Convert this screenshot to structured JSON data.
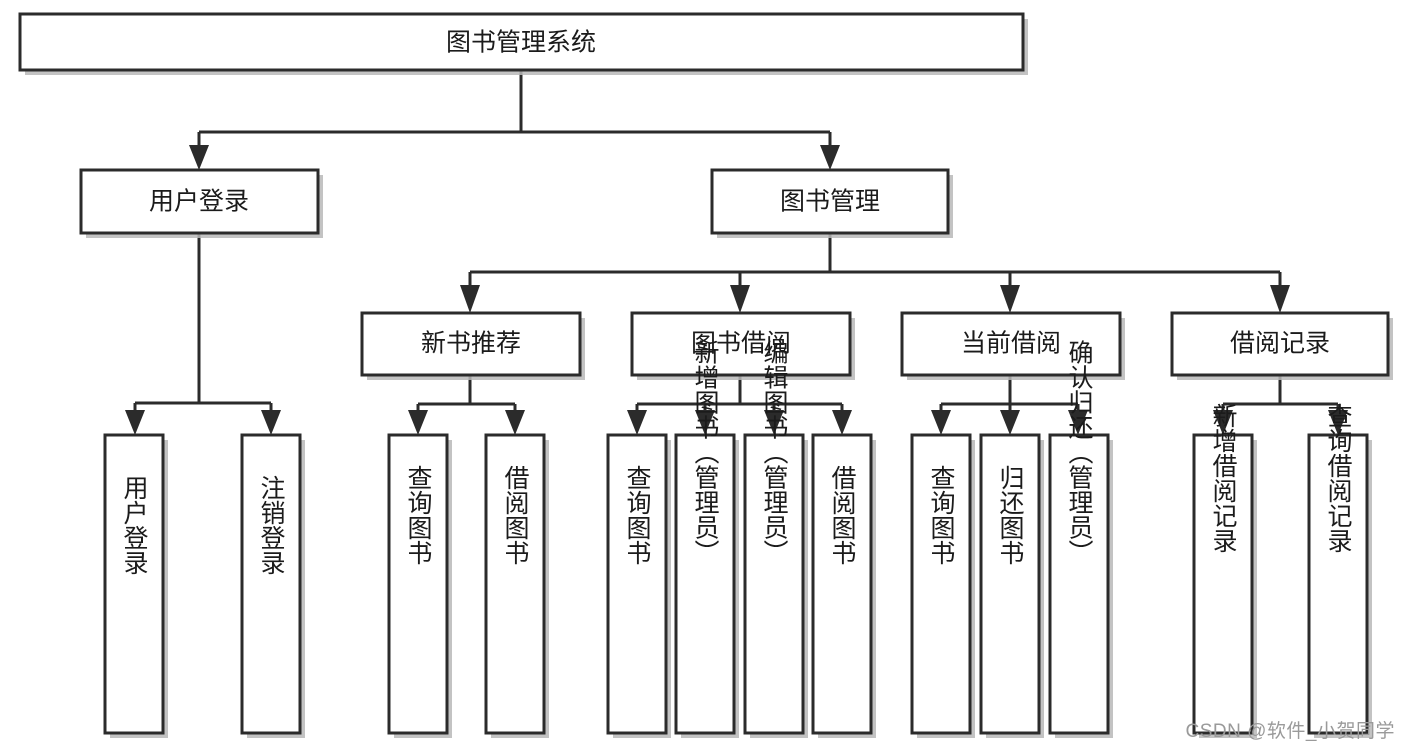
{
  "diagram": {
    "type": "tree-hierarchy",
    "title_node": "图书管理系统",
    "colors": {
      "box_stroke": "#2b2b2b",
      "box_fill": "#ffffff",
      "text": "#1b1b1b",
      "background": "#ffffff",
      "watermark": "#9a9a9a"
    },
    "levels": {
      "level0": [
        "图书管理系统"
      ],
      "level1": [
        "用户登录",
        "图书管理"
      ],
      "level2": [
        "新书推荐",
        "图书借阅",
        "当前借阅",
        "借阅记录"
      ],
      "level3": [
        "用户登录",
        "注销登录",
        "查询图书",
        "借阅图书",
        "查询图书",
        "新增图书（管理员）",
        "编辑图书（管理员）",
        "借阅图书",
        "查询图书",
        "归还图书",
        "确认归还（管理员）",
        "新增借阅记录",
        "查询借阅记录"
      ]
    },
    "nodes": {
      "root": {
        "label": "图书管理系统"
      },
      "user_login": {
        "label": "用户登录"
      },
      "book_manage": {
        "label": "图书管理"
      },
      "new_book_rec": {
        "label": "新书推荐"
      },
      "book_borrow": {
        "label": "图书借阅"
      },
      "current_borrow": {
        "label": "当前借阅"
      },
      "borrow_record": {
        "label": "借阅记录"
      },
      "leaf_user_login": {
        "label": "用户登录"
      },
      "leaf_logout": {
        "label": "注销登录"
      },
      "leaf_query_book_a": {
        "label": "查询图书"
      },
      "leaf_borrow_book_a": {
        "label": "借阅图书"
      },
      "leaf_query_book_b": {
        "label": "查询图书"
      },
      "leaf_add_book": {
        "label": "新增图书（管理员）"
      },
      "leaf_edit_book": {
        "label": "编辑图书（管理员）"
      },
      "leaf_borrow_book_b": {
        "label": "借阅图书"
      },
      "leaf_query_book_c": {
        "label": "查询图书"
      },
      "leaf_return_book": {
        "label": "归还图书"
      },
      "leaf_confirm_return": {
        "label": "确认归还（管理员）"
      },
      "leaf_add_record": {
        "label": "新增借阅记录"
      },
      "leaf_query_record": {
        "label": "查询借阅记录"
      }
    },
    "edges": [
      {
        "from": "root",
        "to": "user_login"
      },
      {
        "from": "root",
        "to": "book_manage"
      },
      {
        "from": "user_login",
        "to": "leaf_user_login"
      },
      {
        "from": "user_login",
        "to": "leaf_logout"
      },
      {
        "from": "book_manage",
        "to": "new_book_rec"
      },
      {
        "from": "book_manage",
        "to": "book_borrow"
      },
      {
        "from": "book_manage",
        "to": "current_borrow"
      },
      {
        "from": "book_manage",
        "to": "borrow_record"
      },
      {
        "from": "new_book_rec",
        "to": "leaf_query_book_a"
      },
      {
        "from": "new_book_rec",
        "to": "leaf_borrow_book_a"
      },
      {
        "from": "book_borrow",
        "to": "leaf_query_book_b"
      },
      {
        "from": "book_borrow",
        "to": "leaf_add_book"
      },
      {
        "from": "book_borrow",
        "to": "leaf_edit_book"
      },
      {
        "from": "book_borrow",
        "to": "leaf_borrow_book_b"
      },
      {
        "from": "current_borrow",
        "to": "leaf_query_book_c"
      },
      {
        "from": "current_borrow",
        "to": "leaf_return_book"
      },
      {
        "from": "current_borrow",
        "to": "leaf_confirm_return"
      },
      {
        "from": "borrow_record",
        "to": "leaf_add_record"
      },
      {
        "from": "borrow_record",
        "to": "leaf_query_record"
      }
    ]
  },
  "watermark": {
    "text": "CSDN @软件_小贺同学"
  }
}
